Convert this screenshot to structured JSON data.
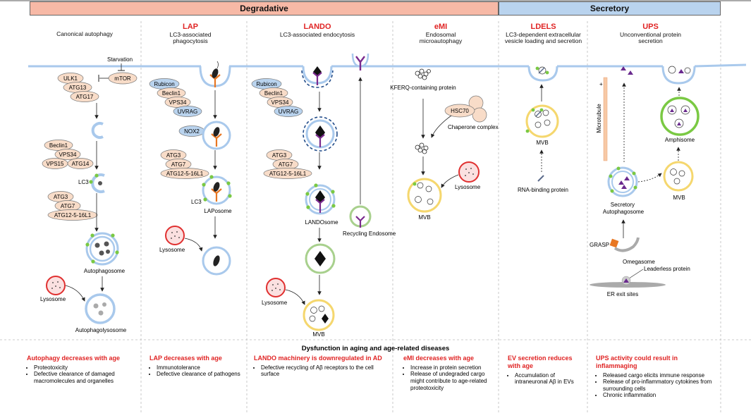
{
  "categories": {
    "degradative": "Degradative",
    "secretory": "Secretory"
  },
  "columns": {
    "canonical": {
      "title": "",
      "subtitle": "Canonical autophagy"
    },
    "lap": {
      "title": "LAP",
      "subtitle": "LC3-associated phagocytosis"
    },
    "lando": {
      "title": "LANDO",
      "subtitle": "LC3-associated endocytosis"
    },
    "emi": {
      "title": "eMI",
      "subtitle": "Endosomal microautophagy"
    },
    "ldels": {
      "title": "LDELS",
      "subtitle": "LC3-dependent extracellular vesicle loading and secretion"
    },
    "ups": {
      "title": "UPS",
      "subtitle": "Unconventional protein secretion"
    }
  },
  "labels": {
    "starvation": "Starvation",
    "mtor": "mTOR",
    "ulk1": "ULK1",
    "atg13": "ATG13",
    "atg17": "ATG17",
    "beclin1": "Beclin1",
    "vps34": "VPS34",
    "vps15": "VPS15",
    "atg14": "ATG14",
    "lc3": "LC3",
    "atg3": "ATG3",
    "atg7": "ATG7",
    "atg12": "ATG12-5-16L1",
    "autophagosome": "Autophagosome",
    "lysosome": "Lysosome",
    "autophagolysosome": "Autophagolysosome",
    "rubicon": "Rubicon",
    "uvrag": "UVRAG",
    "nox2": "NOX2",
    "laposome": "LAPosome",
    "landosome": "LANDOsome",
    "recycling_endosome": "Recycling Endosome",
    "mvb": "MVB",
    "kferq": "KFERQ-containing protein",
    "hsc70": "HSC70",
    "chaperone": "Chaperone complex",
    "rna_binding": "RNA-binding protein",
    "microtubule": "Microtubule",
    "plus": "+",
    "amphisome": "Amphisome",
    "secretory_autophagosome": "Secretory Autophagosome",
    "grasp": "GRASP",
    "omegasome": "Omegasome",
    "leaderless": "Leaderless protein",
    "er_exit": "ER exit sites"
  },
  "dysfunction_title": "Dysfunction in aging and age-related diseases",
  "dysfunction": [
    {
      "heading": "Autophagy decreases with age",
      "items": [
        "Proteotoxicity",
        "Defective clearance of damaged macromolecules and organelles"
      ]
    },
    {
      "heading": "LAP decreases with age",
      "items": [
        "Immunotolerance",
        "Defective clearance of pathogens"
      ]
    },
    {
      "heading": "LANDO machinery is downregulated in AD",
      "items": [
        "Defective recycling of Aβ receptors to the cell surface"
      ]
    },
    {
      "heading": "eMI decreases with age",
      "items": [
        "Increase in protein secretion",
        "Release of undegraded cargo might contribute to age-related proteotoxicity"
      ]
    },
    {
      "heading": "EV secretion reduces with age",
      "items": [
        "Accumulation of intraneuronal Aβ in EVs"
      ]
    },
    {
      "heading": "UPS activity could result in inflammaging",
      "items": [
        "Released cargo elicits immune response",
        "Release of pro-inflammatory cytokines from surrounding cells",
        "Chronic inflammation"
      ]
    }
  ],
  "colors": {
    "degradative_bg": "#f7b9a6",
    "secretory_bg": "#b9d3ee",
    "membrane": "#a9c9ec",
    "accent_red": "#e02424",
    "lc3_green": "#7ac943",
    "lysosome_red": "#e03030",
    "mvb_yellow": "#f5d76e",
    "protein_tan": "#f8dcc8",
    "protein_blue": "#b9d3ee",
    "receptor_purple": "#7a2a8e",
    "receptor_orange": "#e87722"
  }
}
